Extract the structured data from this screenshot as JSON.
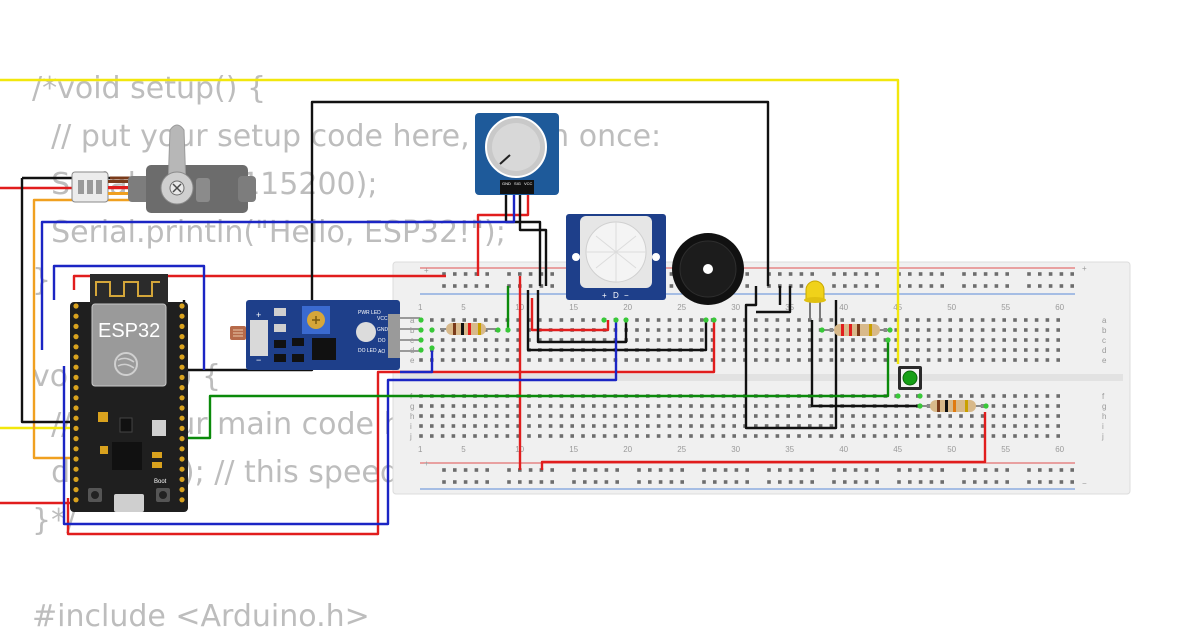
{
  "code_lines": [
    "/*void setup() {",
    "  // put your setup code here, to run once:",
    "  Serial.begin(115200);",
    "  Serial.println(\"Hello, ESP32!\");",
    "}",
    "void loop() {",
    "  // put your main code here, to run repeatedly:",
    "  delay(10); // this speeds up the simulation",
    "}*/",
    "",
    "#include <Arduino.h>"
  ],
  "esp32": {
    "label": "ESP32",
    "boot_label": "Boot"
  },
  "ldr_module": {
    "pins": [
      "VCC",
      "GND",
      "DO",
      "AO"
    ],
    "pwr_led": "PWR LED",
    "do_led": "DO LED"
  },
  "potentiometer": {
    "pins": [
      "GND",
      "SIG",
      "VCC"
    ]
  },
  "pir_sensor": {
    "pins": [
      "+",
      "D",
      "−"
    ]
  },
  "breadboard": {
    "column_numbers": [
      "1",
      "5",
      "10",
      "15",
      "20",
      "25",
      "30",
      "35",
      "40",
      "45",
      "50",
      "55",
      "60"
    ],
    "rows_top": [
      "a",
      "b",
      "c",
      "d",
      "e"
    ],
    "rows_bottom": [
      "f",
      "g",
      "h",
      "i",
      "j"
    ],
    "rail_plus": "+",
    "rail_minus": "−"
  },
  "colors": {
    "wire_red": "#e11d1d",
    "wire_black": "#111111",
    "wire_blue": "#1b25c4",
    "wire_green": "#0a8a0a",
    "wire_yellow": "#f2e70c",
    "wire_orange": "#f0a020",
    "breadboard_bg": "#f0f0f0",
    "esp32_board": "#1f1f1f",
    "module_blue": "#1e3f8a"
  },
  "icons": [
    "esp32-logo-icon",
    "servo-icon",
    "buzzer-icon",
    "led-icon",
    "pushbutton-icon",
    "resistor-icon"
  ]
}
